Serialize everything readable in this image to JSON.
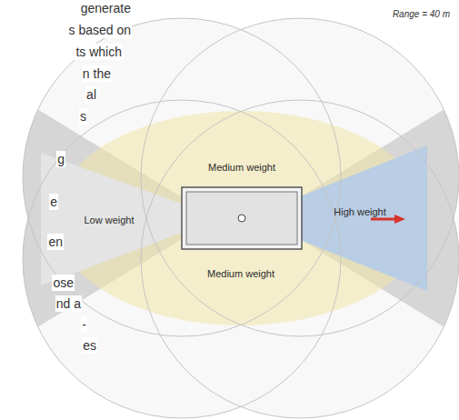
{
  "diagram": {
    "nodes": [
      {
        "text": [
          "Medium weight"
        ]
      },
      {
        "text": [
          "Low weight"
        ]
      },
      {
        "text": [
          "High weight"
        ]
      },
      {
        "text": [
          "Medium weight"
        ]
      }
    ],
    "labels": [
      "Range = 40 m",
      "generate",
      "s based on",
      "ts which",
      "n the",
      "al",
      "s",
      "g",
      "e",
      "en",
      "ose",
      "nd a",
      "-",
      "es"
    ]
  }
}
